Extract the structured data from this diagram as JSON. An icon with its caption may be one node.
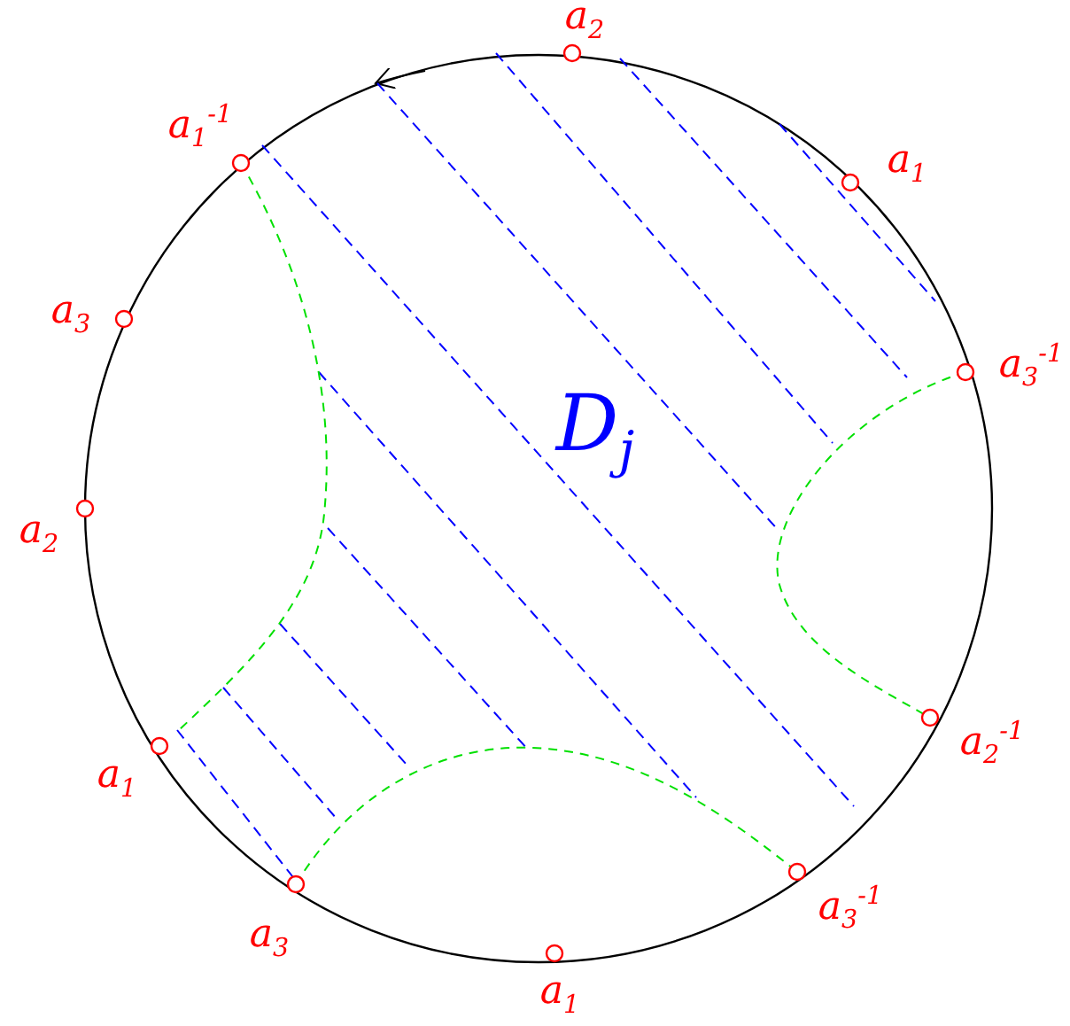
{
  "diagram": {
    "labels": [
      "a$_{2}$",
      "a$_{1}$$^{-1}$",
      "a$_{1}$",
      "a$_{3}$",
      "a$_{3}$$^{-1}$",
      "D$_{j}$",
      "a$_{2}$",
      "a$_{1}$",
      "a$_{2}$$^{-1}$",
      "a$_{3}$$^{-1}$",
      "a$_{3}$",
      "a$_{1}$"
    ]
  }
}
